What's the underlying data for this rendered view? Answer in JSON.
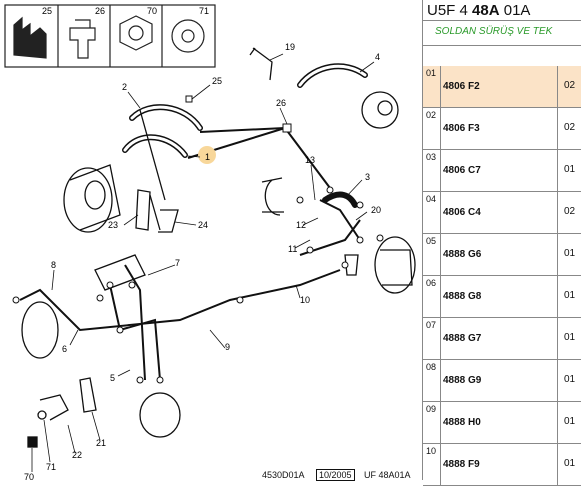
{
  "header": {
    "prefix": "U5F 4",
    "mid": "48A",
    "suffix": "01A"
  },
  "subtitle": "SOLDAN SÜRÜŞ VE TEK",
  "rows": [
    {
      "idx": "01",
      "code": "4806 F2",
      "qty": "02",
      "selected": true
    },
    {
      "idx": "02",
      "code": "4806 F3",
      "qty": "02"
    },
    {
      "idx": "03",
      "code": "4806 C7",
      "qty": "01"
    },
    {
      "idx": "04",
      "code": "4806 C4",
      "qty": "02"
    },
    {
      "idx": "05",
      "code": "4888 G6",
      "qty": "01"
    },
    {
      "idx": "06",
      "code": "4888 G8",
      "qty": "01"
    },
    {
      "idx": "07",
      "code": "4888 G7",
      "qty": "01"
    },
    {
      "idx": "08",
      "code": "4888 G9",
      "qty": "01"
    },
    {
      "idx": "09",
      "code": "4888 H0",
      "qty": "01"
    },
    {
      "idx": "10",
      "code": "4888 F9",
      "qty": "01"
    }
  ],
  "legend": [
    "25",
    "26",
    "70",
    "71"
  ],
  "labels": [
    "19",
    "4",
    "2",
    "25",
    "26",
    "1",
    "13",
    "3",
    "20",
    "23",
    "24",
    "11",
    "12",
    "8",
    "7",
    "10",
    "6",
    "9",
    "5",
    "22",
    "21",
    "71",
    "70"
  ],
  "footer": {
    "ref": "4530D01A",
    "date": "10/2005",
    "code": "UF 48A01A"
  }
}
